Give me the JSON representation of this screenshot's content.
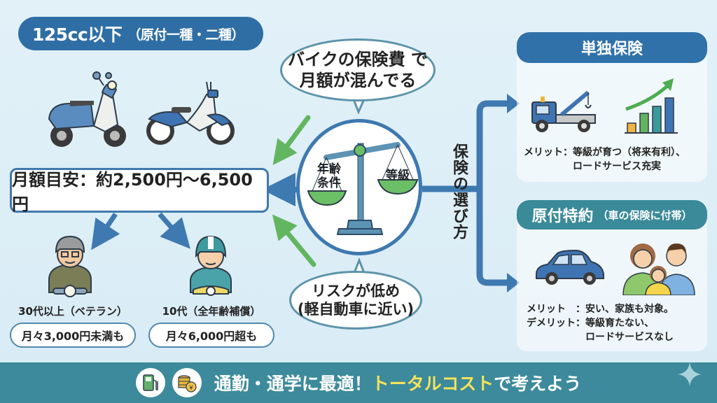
{
  "left": {
    "category_title": "125cc以下",
    "category_sub": "（原付一種・二種）",
    "monthly_estimate": "月額目安：約2,500円〜6,500円",
    "riders": [
      {
        "label": "30代以上（ベテラン）",
        "price": "月々3,000円未満も"
      },
      {
        "label": "10代（全年齢補償）",
        "price": "月々6,000円超も"
      }
    ]
  },
  "center": {
    "bubble_top": {
      "line1": "バイクの保険費 で",
      "line2": "月額が混んでる"
    },
    "scale": {
      "left_pan": "年齢\n条件",
      "left_line1": "年齢",
      "left_line2": "条件",
      "right_pan": "等級"
    },
    "bubble_bottom": {
      "line1": "リスクが低め",
      "line2": "(軽自動車に近い)"
    },
    "choice_label": "保険の選び方"
  },
  "right": {
    "standalone": {
      "title": "単独保険",
      "merit_label": "メリット：",
      "merit_line1": "等級が育つ（将来有利）、",
      "merit_line2": "ロードサービス充実"
    },
    "rider_option": {
      "title": "原付特約",
      "title_sub": "（車の保険に付帯）",
      "merit_label": "メリット　：",
      "merit": "安い、家族も対象。",
      "demerit_label": "デメリット：",
      "demerit_line1": "等級育たない、",
      "demerit_line2": "ロードサービスなし"
    }
  },
  "footer": {
    "text_before": "通勤・通学に最適！",
    "text_highlight": "トータルコスト",
    "text_after": "で考えよう",
    "icons": [
      "fuel-pump-icon",
      "yen-coins-icon"
    ]
  },
  "colors": {
    "background": "#dcedf6",
    "primary_blue": "#3071aa",
    "teal": "#3c8a9b",
    "green_arrow": "#5fb45e",
    "highlight_yellow": "#f5e35a"
  }
}
